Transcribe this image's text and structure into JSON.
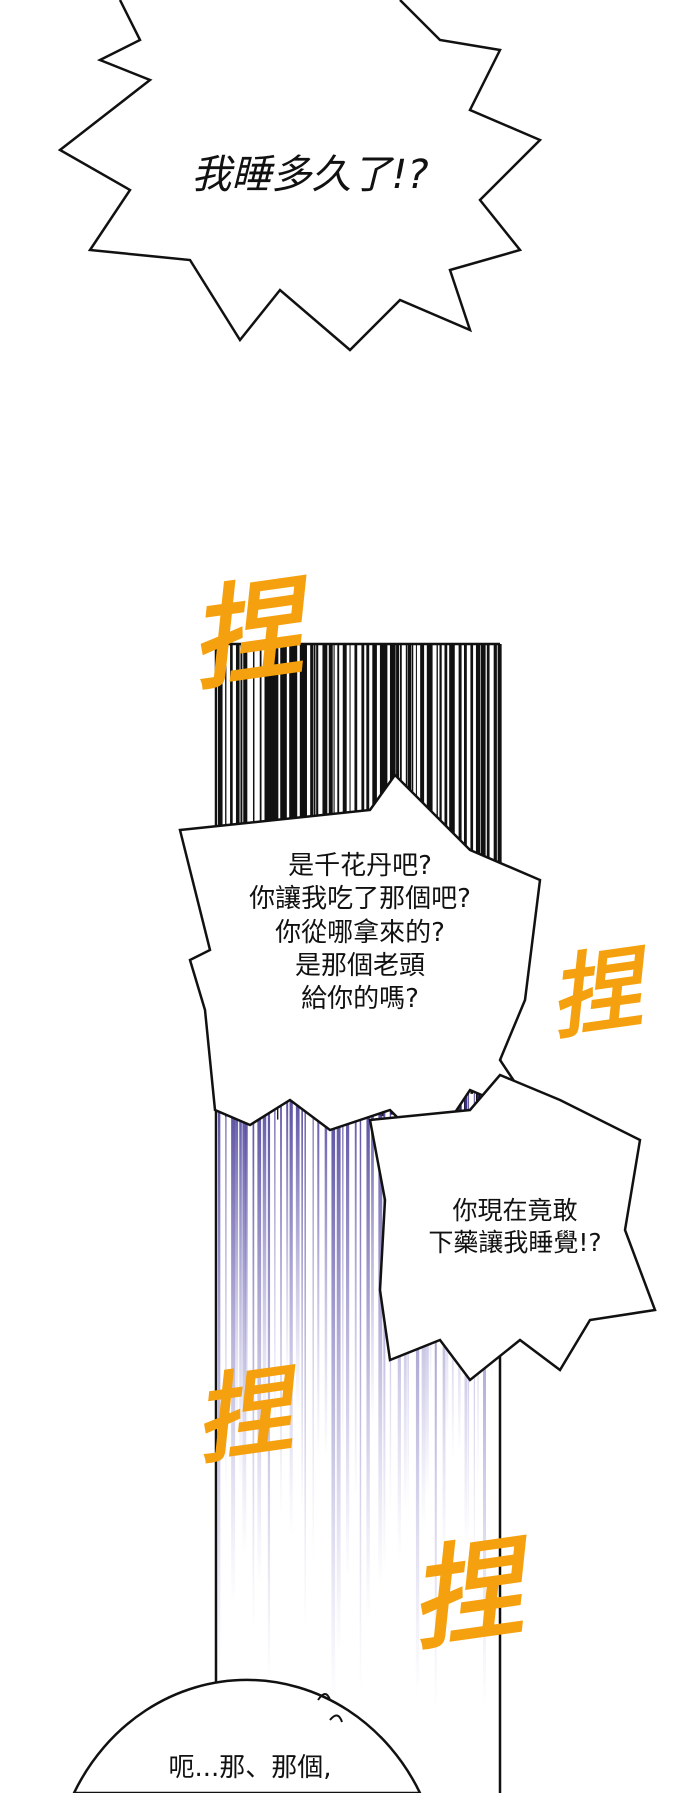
{
  "bubbles": {
    "shout": "我睡多久了!?",
    "question": "是千花丹吧?\n你讓我吃了那個吧?\n你從哪拿來的?\n是那個老頭\n給你的嗎?",
    "accuse": "你現在竟敢\n下藥讓我睡覺!?",
    "reply": "呃...那、那個,"
  },
  "sfx": [
    "捏",
    "捏",
    "捏",
    "捏"
  ],
  "colors": {
    "sfx": "#f5a10f",
    "speedline": "#5b4fb0"
  }
}
